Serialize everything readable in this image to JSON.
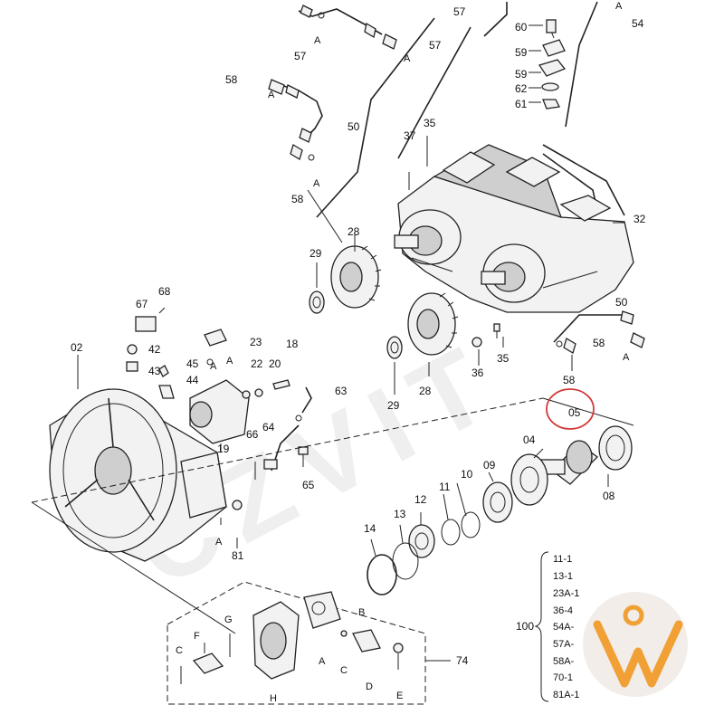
{
  "labels": {
    "p57_top": "57",
    "p57_mid": "57",
    "p57_right": "57",
    "p54": "54",
    "p60": "60",
    "p59a": "59",
    "p59b": "59",
    "p62": "62",
    "p61": "61",
    "p58_left": "58",
    "p50_left": "50",
    "p37": "37",
    "p35_top": "35",
    "p58_lower": "58",
    "p32": "32",
    "p28_top": "28",
    "p29_top": "29",
    "p36": "36",
    "p35_mid": "35",
    "p29_bottom": "29",
    "p28_bottom": "28",
    "p50_right": "50",
    "p58_right": "58",
    "p58_right_lower": "58",
    "p67": "67",
    "p68": "68",
    "p42": "42",
    "p43": "43",
    "p45": "45",
    "p44": "44",
    "p02": "02",
    "p23": "23",
    "p22": "22",
    "p20": "20",
    "p18": "18",
    "p63": "63",
    "p19": "19",
    "p66": "66",
    "p64": "64",
    "p65": "65",
    "p81": "81",
    "p05": "05",
    "p04": "04",
    "p08": "08",
    "p09": "09",
    "p10": "10",
    "p11": "11",
    "p12": "12",
    "p13": "13",
    "p14": "14",
    "p74": "74",
    "p100": "100"
  },
  "letters": {
    "a_57top": "A",
    "a_57right": "A",
    "a_54": "A",
    "a_58left": "A",
    "a_58lower": "A",
    "a_58right": "A",
    "a_45": "A",
    "a_23": "A",
    "a_81": "A",
    "f": "F",
    "g": "G",
    "c_left": "C",
    "b": "B",
    "a_kit": "A",
    "c_kit": "C",
    "d": "D",
    "e": "E",
    "h": "H"
  },
  "kit_list": [
    "11-1",
    "13-1",
    "23A-1",
    "36-4",
    "54A-",
    "57A-",
    "58A-",
    "70-1",
    "81A-1"
  ],
  "watermark": "CZVIT",
  "logo": "W"
}
